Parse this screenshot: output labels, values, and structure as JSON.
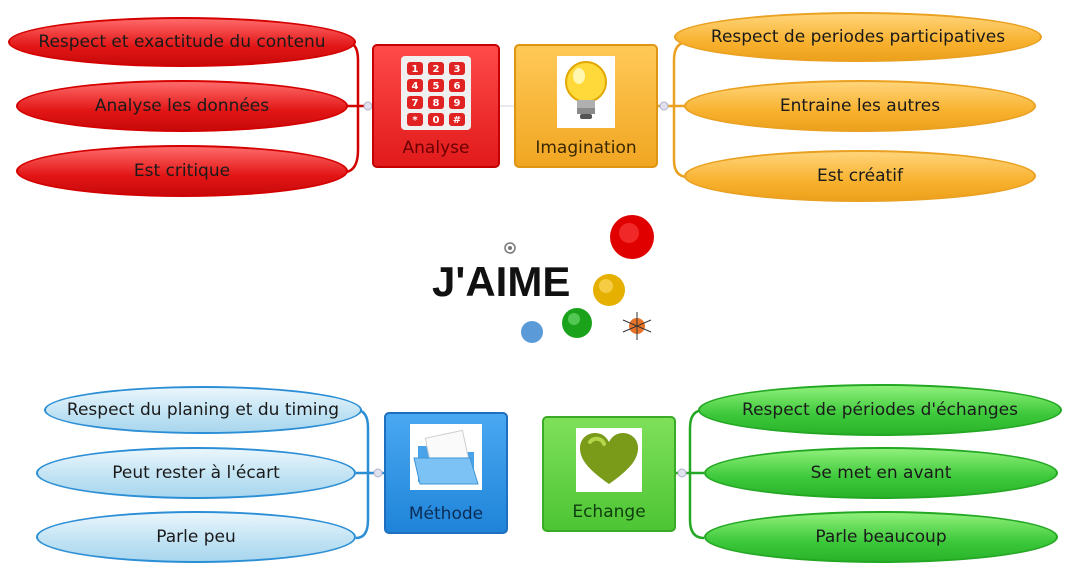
{
  "center": {
    "title": "J'AIME"
  },
  "categories": {
    "analyse": {
      "label": "Analyse",
      "icon": "keypad-icon",
      "color": "#e8201f",
      "items": [
        "Respect et exactitude du contenu",
        "Analyse les données",
        "Est critique"
      ]
    },
    "imagination": {
      "label": "Imagination",
      "icon": "lightbulb-icon",
      "color": "#f5b335",
      "items": [
        "Respect de periodes participatives",
        "Entraine les autres",
        "Est créatif"
      ]
    },
    "methode": {
      "label": "Méthode",
      "icon": "folder-icon",
      "color": "#2a8fe0",
      "items": [
        "Respect du planing et du timing",
        "Peut rester à l'écart",
        "Parle peu"
      ]
    },
    "echange": {
      "label": "Echange",
      "icon": "heart-icon",
      "color": "#3fc33a",
      "items": [
        "Respect de périodes d'échanges",
        "Se met en avant",
        "Parle beaucoup"
      ]
    }
  }
}
